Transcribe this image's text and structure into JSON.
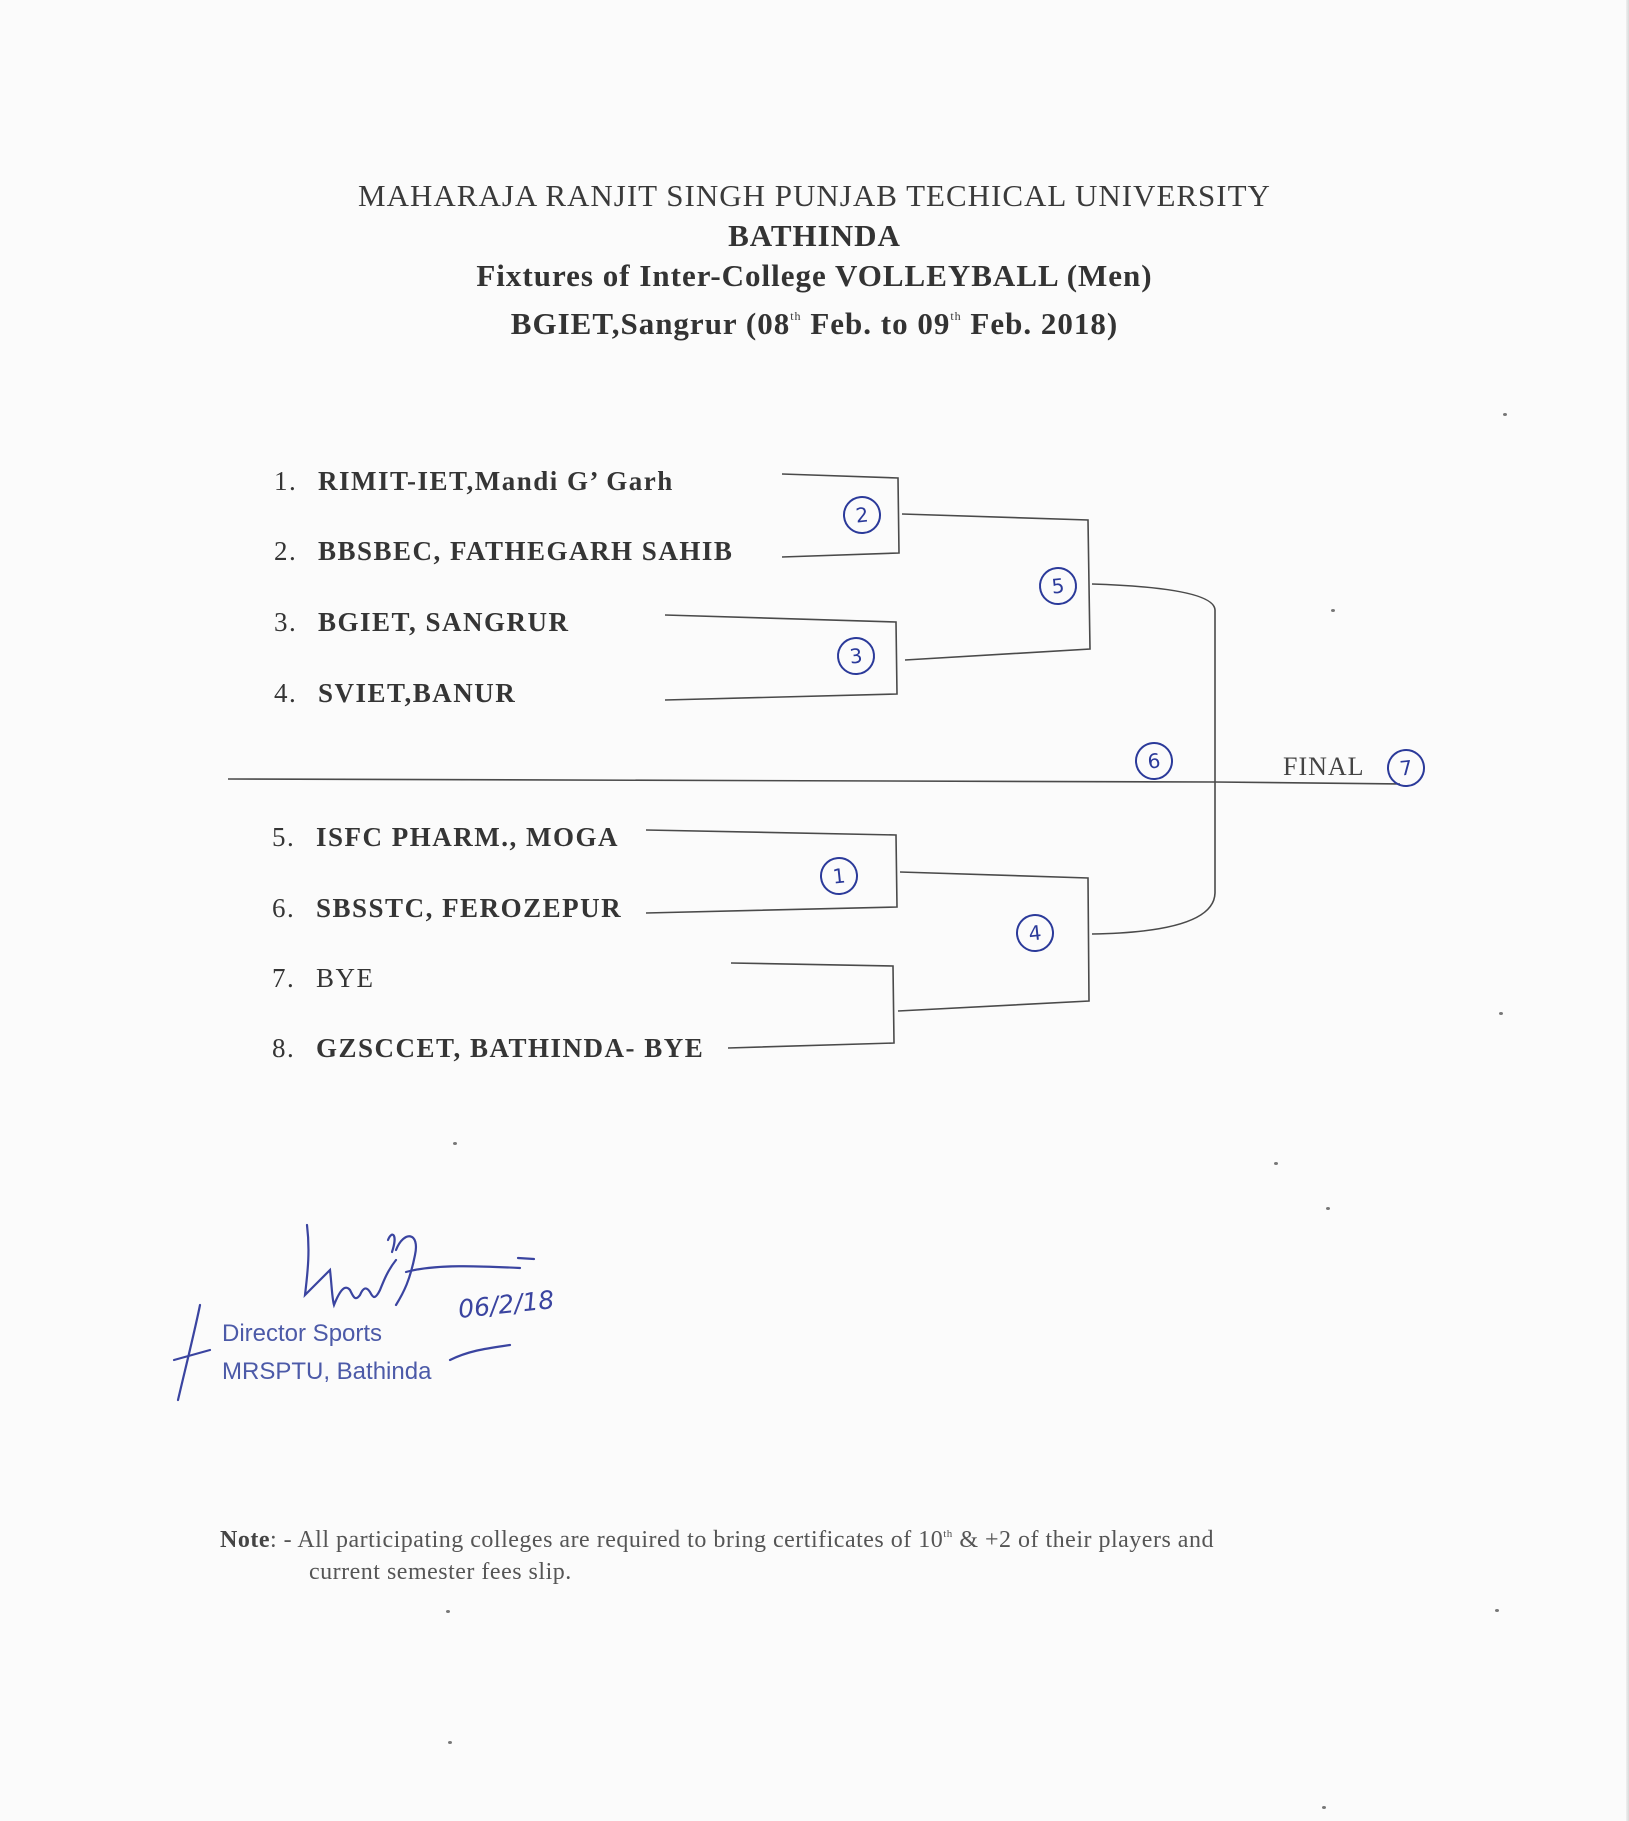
{
  "header": {
    "line1": "MAHARAJA RANJIT SINGH PUNJAB TECHICAL UNIVERSITY",
    "line2": "BATHINDA",
    "line3": "Fixtures of Inter-College VOLLEYBALL (Men)",
    "line4_prefix": "BGIET,Sangrur (08",
    "line4_sup1": "th",
    "line4_mid": " Feb. to 09",
    "line4_sup2": "th",
    "line4_suffix": " Feb. 2018)"
  },
  "teams": [
    {
      "num": "1.",
      "name": "RIMIT-IET,Mandi G’ Garh"
    },
    {
      "num": "2.",
      "name": "BBSBEC, FATHEGARH SAHIB"
    },
    {
      "num": "3.",
      "name": "BGIET, SANGRUR"
    },
    {
      "num": "4.",
      "name": "SVIET,BANUR"
    },
    {
      "num": "5.",
      "name": "ISFC PHARM., MOGA"
    },
    {
      "num": "6.",
      "name": "SBSSTC, FEROZEPUR"
    },
    {
      "num": "7.",
      "name": "BYE"
    },
    {
      "num": "8.",
      "name": "GZSCCET, BATHINDA- BYE"
    }
  ],
  "matches": {
    "m1": "1",
    "m2": "2",
    "m3": "3",
    "m4": "4",
    "m5": "5",
    "m6": "6",
    "m7": "7"
  },
  "final_label": "FINAL",
  "signature": {
    "date": "06/2/18",
    "title": "Director Sports",
    "org": "MRSPTU, Bathinda"
  },
  "note": {
    "label": "Note",
    "line1_a": ": - All participating colleges are required to bring certificates of 10",
    "line1_sup": "th",
    "line1_b": " & +2 of their players and",
    "line2": "current semester fees slip."
  },
  "colors": {
    "ink": "#2e2e2e",
    "pen": "#2b3a9a",
    "paper": "#fbfbfb"
  }
}
